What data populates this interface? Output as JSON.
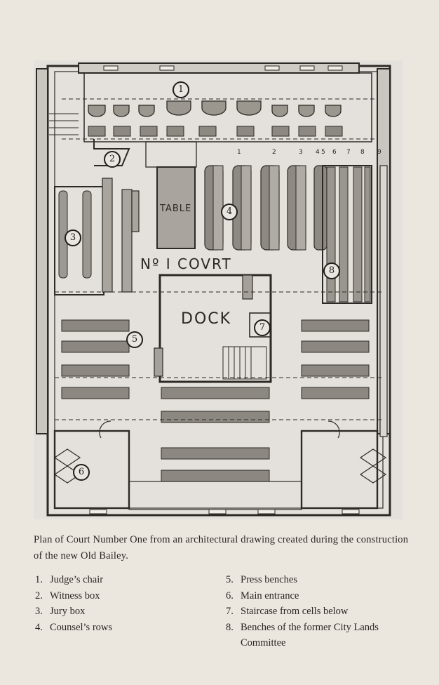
{
  "plan": {
    "markers": [
      "1",
      "2",
      "3",
      "4",
      "5",
      "6",
      "7",
      "8"
    ],
    "table_label": "TABLE",
    "court_label": "Nº I COVRT",
    "dock_label": "DOCK",
    "bench_numbers": [
      "1",
      "2",
      "3",
      "4",
      "5",
      "6",
      "7",
      "8",
      "9"
    ]
  },
  "caption": "Plan of Court Number One from an architectural drawing created during the construction of the new Old Bailey.",
  "legend": {
    "left": [
      {
        "num": "1.",
        "text": "Judge’s chair"
      },
      {
        "num": "2.",
        "text": "Witness box"
      },
      {
        "num": "3.",
        "text": "Jury box"
      },
      {
        "num": "4.",
        "text": "Counsel’s rows"
      }
    ],
    "right": [
      {
        "num": "5.",
        "text": "Press benches"
      },
      {
        "num": "6.",
        "text": "Main entrance"
      },
      {
        "num": "7.",
        "text": "Staircase from cells below"
      },
      {
        "num": "8.",
        "text": "Benches of the former City Lands Committee"
      }
    ]
  }
}
